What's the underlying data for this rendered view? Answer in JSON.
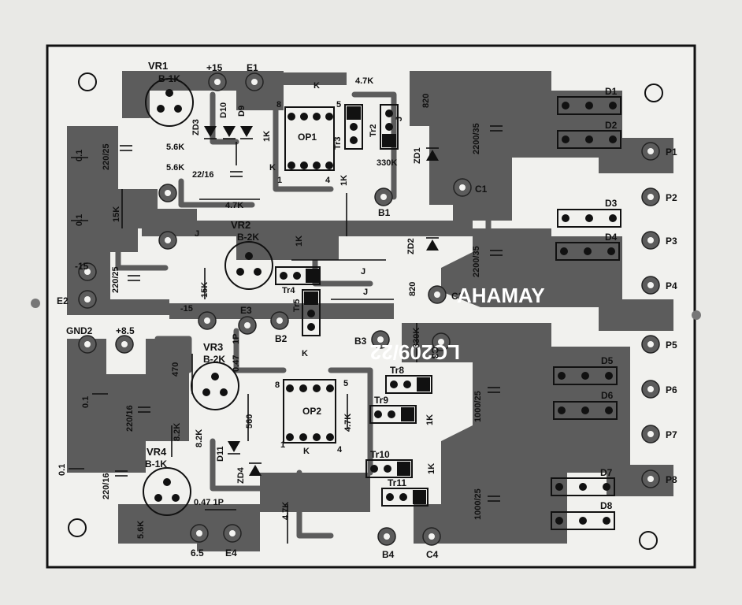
{
  "board": {
    "brand": "AHAMAY",
    "code": "LC209/22"
  },
  "labels": {
    "VR1": "VR1",
    "VR1_val": "B-1K",
    "VR2": "VR2",
    "VR2_val": "B-2K",
    "VR3": "VR3",
    "VR3_val": "B-2K",
    "VR4": "VR4",
    "VR4_val": "B-1K",
    "p15": "+15",
    "E1": "E1",
    "E2": "E2",
    "E3": "E3",
    "E4": "E4",
    "m15a": "-15",
    "m15b": "-15",
    "GND2": "GND2",
    "p85": "+8.5",
    "p65": "6.5",
    "B1": "B1",
    "B2": "B2",
    "B3": "B3",
    "B4": "B4",
    "C1": "C1",
    "C2": "C2",
    "C3": "C3",
    "C4": "C4",
    "OP1": "OP1",
    "OP2": "OP2",
    "Tr3": "Tr3",
    "Tr2": "Tr2",
    "Tr4": "Tr4",
    "Tr5": "Tr5",
    "Tr8": "Tr8",
    "Tr9": "Tr9",
    "Tr10": "Tr10",
    "Tr11": "Tr11",
    "D1": "D1",
    "D2": "D2",
    "D3": "D3",
    "D4": "D4",
    "D5": "D5",
    "D6": "D6",
    "D7": "D7",
    "D8": "D8",
    "D9": "D9",
    "D10": "D10",
    "D11": "D11",
    "ZD1": "ZD1",
    "ZD2": "ZD2",
    "ZD3": "ZD3",
    "ZD4": "ZD4",
    "P1": "P1",
    "P2": "P2",
    "P3": "P3",
    "P4": "P4",
    "P5": "P5",
    "P6": "P6",
    "P7": "P7",
    "P8": "P8",
    "r47K_a": "4.7K",
    "r47K_b": "4.7K",
    "r47K_c": "4.7K",
    "r47K_d": "4.7K",
    "r56K_a": "5.6K",
    "r56K_b": "5.6K",
    "r56K_c": "5.6K",
    "r15K_a": "15K",
    "r15K_b": "15K",
    "r330K_a": "330K",
    "r330K_b": "330K",
    "r1K_a": "1K",
    "r1K_b": "1K",
    "r1K_c": "1K",
    "r1K_d": "1K",
    "r1K_e": "1K",
    "r820_a": "820",
    "r820_b": "820",
    "r470": "470",
    "r560": "560",
    "r82K_a": "8.2K",
    "r82K_b": "8.2K",
    "c01_a": "0.1",
    "c01_b": "0.1",
    "c01_c": "0.1",
    "c01_d": "0.1",
    "c22025_a": "220/25",
    "c22025_b": "220/25",
    "c22016_a": "22/16",
    "c22016_b": "220/16",
    "c22016_c": "220/16",
    "c220035_a": "2200/35",
    "c220035_b": "2200/35",
    "c100025_a": "1000/25",
    "c100025_b": "1000/25",
    "c047_a": "0.47 1P",
    "c047_b": "0.47",
    "c047_c": "1P",
    "K_a": "K",
    "K_b": "K",
    "K_c": "K",
    "K_d": "K",
    "J1": "J",
    "J2": "J",
    "J3": "J",
    "J4": "J"
  },
  "colors": {
    "copper": "#5c5c5c",
    "substrate": "#f1f1ee",
    "silk": "#111111",
    "background": "#e9e9e6"
  }
}
